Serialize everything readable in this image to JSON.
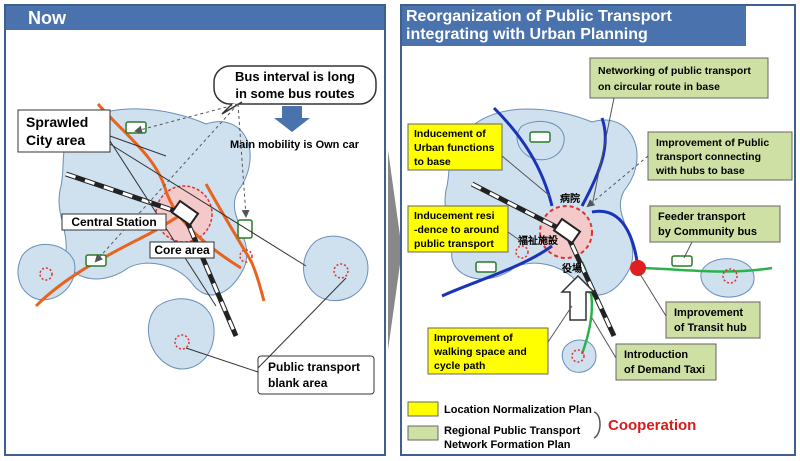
{
  "left": {
    "title": "Now",
    "callout_interval": [
      "Bus interval is long",
      "in some bus routes"
    ],
    "mobility": "Main mobility is Own car",
    "sprawled": [
      "Sprawled",
      "City area"
    ],
    "central_station": "Central Station",
    "core_area": "Core area",
    "blank_area": [
      "Public transport",
      "blank area"
    ]
  },
  "right": {
    "title": [
      "Reorganization of Public Transport",
      "integrating with Urban  Planning"
    ],
    "networking": [
      "Networking of public transport",
      "on circular route in base"
    ],
    "inducement_urban": [
      "Inducement of",
      "Urban functions",
      "to base"
    ],
    "improvement_pt": [
      "Improvement of Public",
      "transport connecting",
      "with hubs to base"
    ],
    "inducement_res": [
      "Inducement resi",
      "-dence to around",
      "public transport"
    ],
    "feeder": [
      "Feeder transport",
      "by Community bus"
    ],
    "hospital": "病院",
    "welfare": "福祉施設",
    "city_hall": "役場",
    "hub": [
      "Improvement",
      "of Transit hub"
    ],
    "walking": [
      "Improvement of",
      "walking space and",
      "cycle path"
    ],
    "demand_taxi": [
      "Introduction",
      "of Demand Taxi"
    ],
    "legend": {
      "location": "Location Normalization Plan",
      "regional": [
        "Regional Public Transport",
        "Network Formation Plan"
      ],
      "cooperation": "Cooperation"
    }
  },
  "colors": {
    "header": "#4a72ad",
    "area": "#cfe0ef",
    "orange_route": "#e8641e",
    "blue_route": "#1a34b8",
    "green_route": "#2bb24c",
    "yellow_box": "#ffff00",
    "green_box": "#cfe0a4",
    "cooperation": "#d81b1b"
  }
}
